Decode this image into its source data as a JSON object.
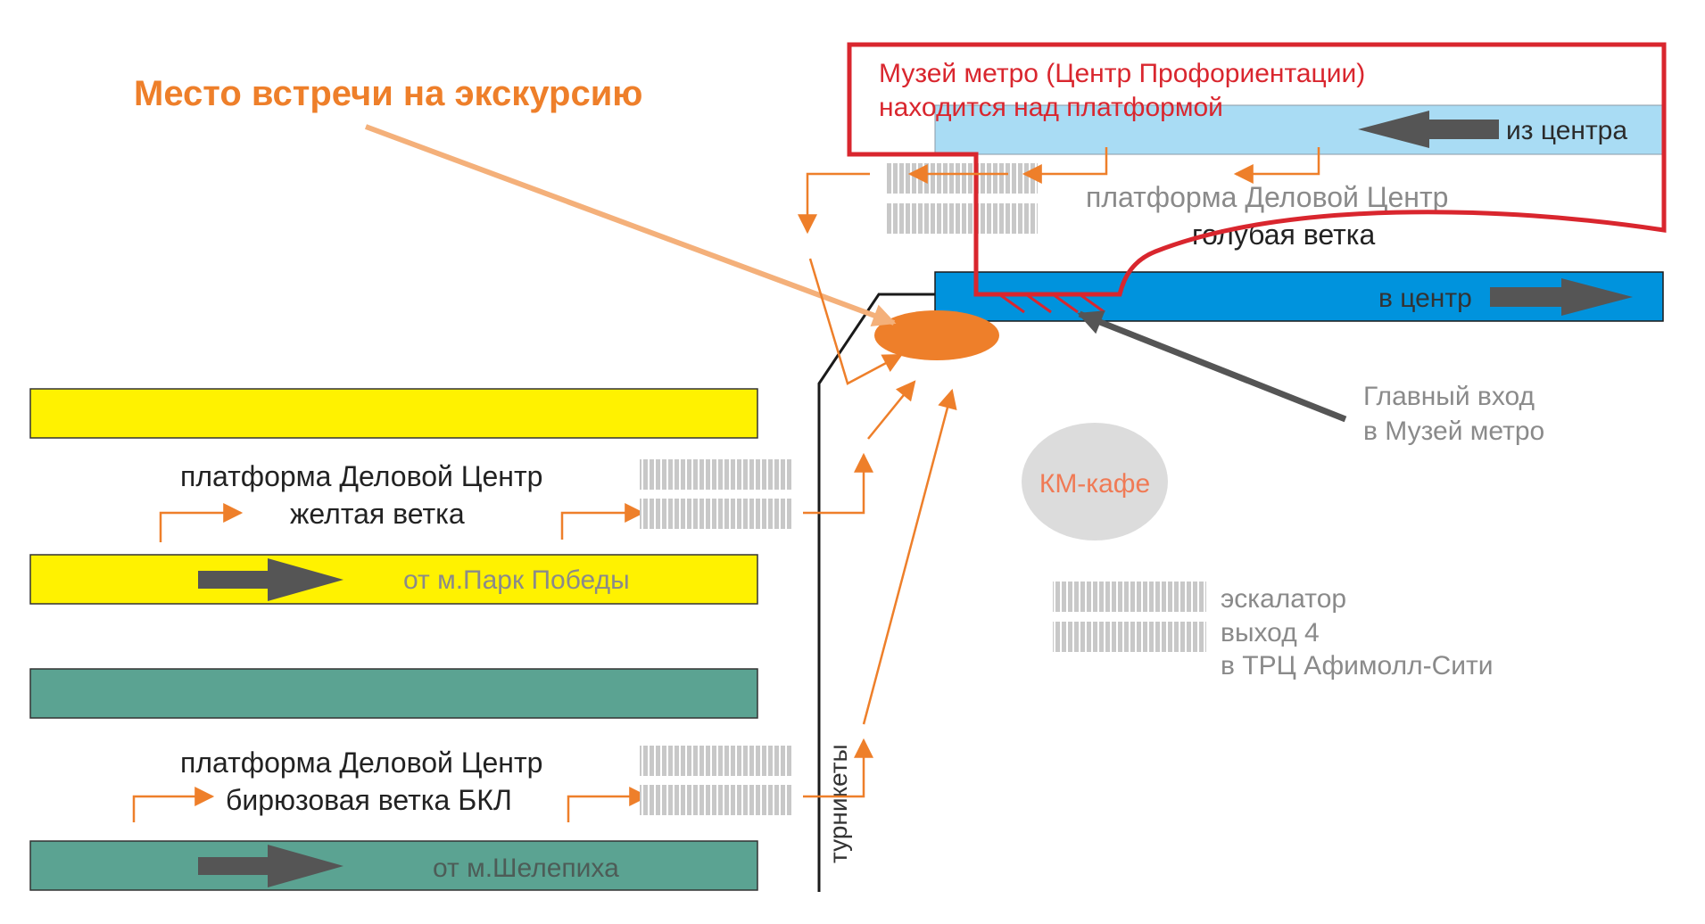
{
  "meeting_label": "Место встречи на экскурсию",
  "museum": {
    "line1": "Музей метро (Центр Профориентации)",
    "line2": "находится над платформой",
    "entrance_line1": "Главный вход",
    "entrance_line2": "в Музей метро"
  },
  "blue_line": {
    "platform_label": "платформа Деловой Центр",
    "branch_label": "голубая ветка",
    "from_center": "из центра",
    "to_center": "в центр"
  },
  "yellow_line": {
    "platform_label": "платформа Деловой Центр",
    "branch_label": "желтая ветка",
    "track_label": "от м.Парк Победы"
  },
  "turquoise_line": {
    "platform_label": "платформа Деловой Центр",
    "branch_label": "бирюзовая ветка БКЛ",
    "track_label": "от м.Шелепиха"
  },
  "cafe_label": "КМ-кафе",
  "escalator": {
    "line1": "эскалатор",
    "line2": "выход 4",
    "line3": "в ТРЦ Афимолл-Сити"
  },
  "turnstiles_label": "турникеты",
  "colors": {
    "orange": "#ee7f2a",
    "light_orange": "#f4b07a",
    "red": "#d9262e",
    "yellow": "#fff200",
    "blue": "#0093dd",
    "light_blue": "#a9dcf4",
    "teal": "#5ba392",
    "gray_text": "#8a8a8a",
    "dark_arrow": "#555555"
  }
}
